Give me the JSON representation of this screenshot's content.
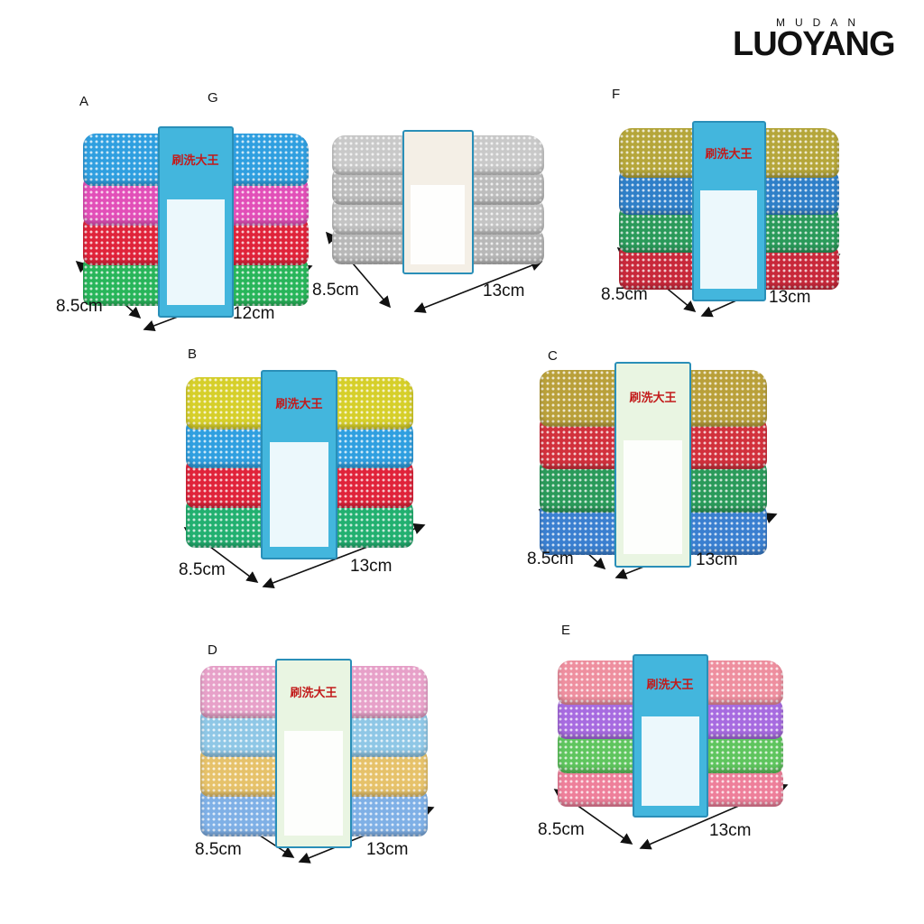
{
  "logo": {
    "top": "MUDAN",
    "main": "LUOYANG"
  },
  "products": [
    {
      "label": "A",
      "depth": "8.5cm",
      "length": "12cm",
      "layers": [
        "#2f9fe0",
        "#e24fb8",
        "#e0233a",
        "#28b55a"
      ],
      "band": "#43b6dd",
      "band_text": "刷洗大王"
    },
    {
      "label": "G",
      "depth": "8.5cm",
      "length": "13cm",
      "layers": [
        "#c9c9c9",
        "#bdbdbd",
        "#c4c4c4",
        "#b8b8b8"
      ],
      "band": "#f4efe6",
      "band_text": ""
    },
    {
      "label": "F",
      "depth": "8.5cm",
      "length": "13cm",
      "layers": [
        "#b5a63a",
        "#2f7fc8",
        "#2a9a5a",
        "#c8283a"
      ],
      "band": "#43b6dd",
      "band_text": "刷洗大王"
    },
    {
      "label": "B",
      "depth": "8.5cm",
      "length": "13cm",
      "layers": [
        "#d6cf2a",
        "#2f9fe0",
        "#e0233a",
        "#22b070"
      ],
      "band": "#43b6dd",
      "band_text": "刷洗大王"
    },
    {
      "label": "C",
      "depth": "8.5cm",
      "length": "13cm",
      "layers": [
        "#b9a03a",
        "#d2303c",
        "#2a9a5a",
        "#3a7fd0"
      ],
      "band": "#e9f5e2",
      "band_text": "刷洗大王"
    },
    {
      "label": "D",
      "depth": "8.5cm",
      "length": "13cm",
      "layers": [
        "#e7a1c9",
        "#8fc7e6",
        "#e6c26a",
        "#7fb0e6"
      ],
      "band": "#e9f5e2",
      "band_text": "刷洗大王"
    },
    {
      "label": "E",
      "depth": "8.5cm",
      "length": "13cm",
      "layers": [
        "#ee8f9f",
        "#a76be0",
        "#5fc55e",
        "#ee7f9a"
      ],
      "band": "#43b6dd",
      "band_text": "刷洗大王"
    }
  ]
}
